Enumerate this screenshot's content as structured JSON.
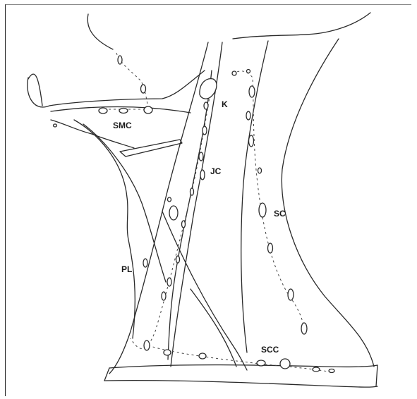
{
  "diagram": {
    "labels": {
      "k": "K",
      "smc": "SMC",
      "jc": "JC",
      "sc": "SC",
      "pl": "PL",
      "scc": "SCC"
    }
  }
}
